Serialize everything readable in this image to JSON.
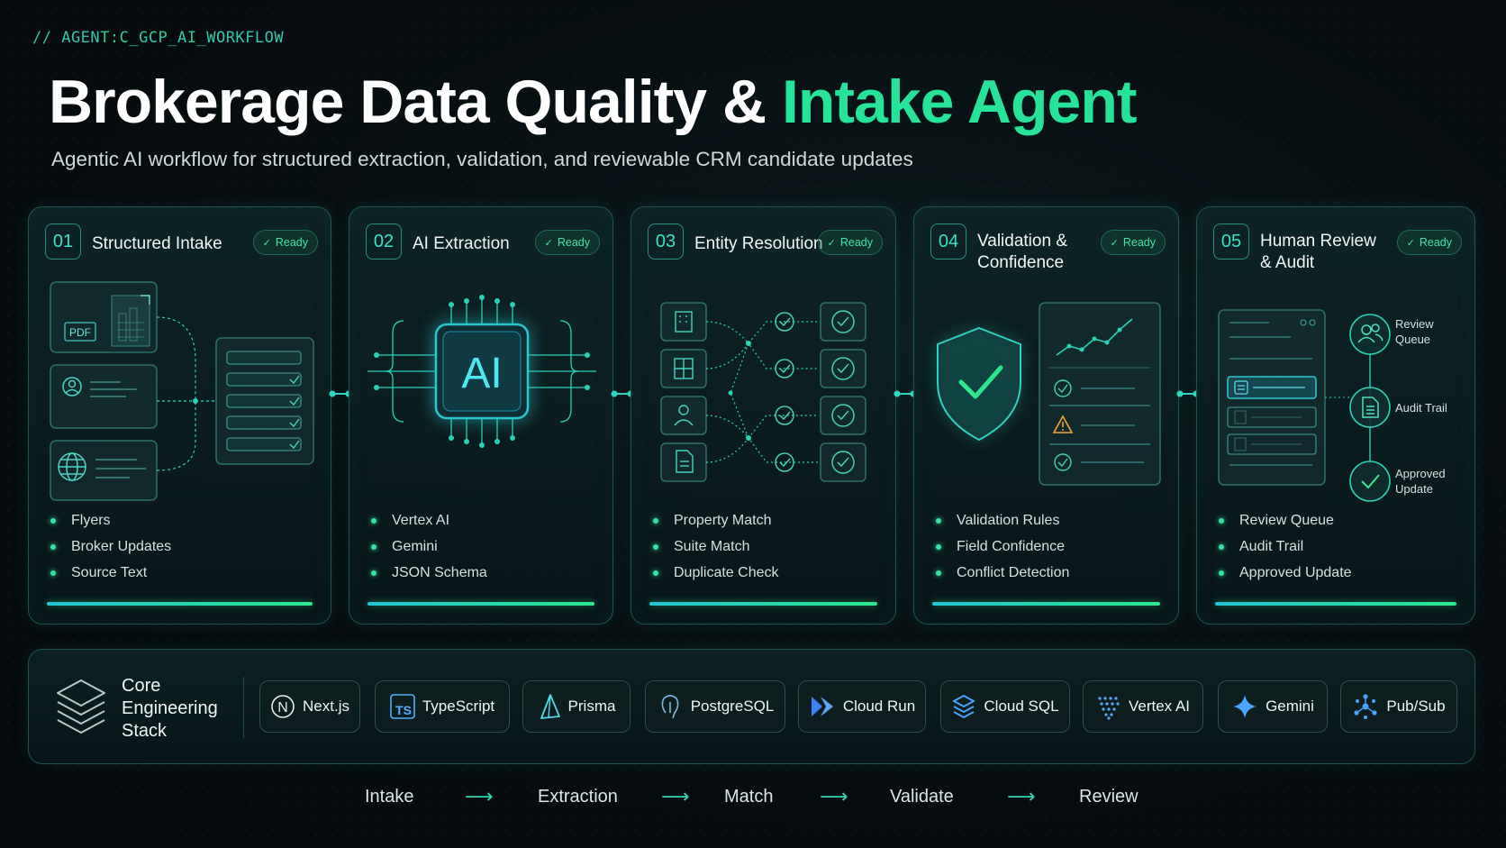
{
  "header": {
    "tag": "// AGENT:C_GCP_AI_WORKFLOW",
    "title_main": "Brokerage Data Quality & ",
    "title_accent": "Intake Agent",
    "subtitle": "Agentic AI workflow for structured extraction, validation, and reviewable CRM candidate updates"
  },
  "colors": {
    "accent": "#27e39a",
    "teal": "#2fc9a8",
    "border": "#1e5552"
  },
  "stages": [
    {
      "num": "01",
      "title": "Structured Intake",
      "badge": "Ready",
      "pdf_label": "PDF",
      "bullets": [
        "Flyers",
        "Broker Updates",
        "Source Text"
      ]
    },
    {
      "num": "02",
      "title": "AI Extraction",
      "badge": "Ready",
      "chip_label": "AI",
      "bullets": [
        "Vertex AI",
        "Gemini",
        "JSON Schema"
      ]
    },
    {
      "num": "03",
      "title": "Entity Resolution",
      "badge": "Ready",
      "bullets": [
        "Property Match",
        "Suite Match",
        "Duplicate Check"
      ]
    },
    {
      "num": "04",
      "title": "Validation & Confidence",
      "title_l1": "Validation &",
      "title_l2": "Confidence",
      "badge": "Ready",
      "bullets": [
        "Validation Rules",
        "Field Confidence",
        "Conflict Detection"
      ]
    },
    {
      "num": "05",
      "title": "Human Review & Audit",
      "title_l1": "Human Review",
      "title_l2": "& Audit",
      "badge": "Ready",
      "nodes": [
        {
          "label_l1": "Review",
          "label_l2": "Queue",
          "icon": "users-icon"
        },
        {
          "label_l1": "Audit Trail",
          "label_l2": "",
          "icon": "document-icon"
        },
        {
          "label_l1": "Approved",
          "label_l2": "Update",
          "icon": "check-circle-icon"
        }
      ],
      "bullets": [
        "Review Queue",
        "Audit Trail",
        "Approved Update"
      ]
    }
  ],
  "stack": {
    "title": "Core\nEngineering\nStack",
    "items": [
      {
        "label": "Next.js",
        "icon": "nextjs-icon"
      },
      {
        "label": "TypeScript",
        "icon": "typescript-icon"
      },
      {
        "label": "Prisma",
        "icon": "prisma-icon"
      },
      {
        "label": "PostgreSQL",
        "icon": "postgresql-icon"
      },
      {
        "label": "Cloud Run",
        "icon": "cloud-run-icon"
      },
      {
        "label": "Cloud SQL",
        "icon": "cloud-sql-icon"
      },
      {
        "label": "Vertex AI",
        "icon": "vertex-ai-icon"
      },
      {
        "label": "Gemini",
        "icon": "gemini-icon"
      },
      {
        "label": "Pub/Sub",
        "icon": "pubsub-icon"
      }
    ]
  },
  "flow": [
    "Intake",
    "Extraction",
    "Match",
    "Validate",
    "Review"
  ],
  "ts_label": "TS",
  "next_label": "N"
}
